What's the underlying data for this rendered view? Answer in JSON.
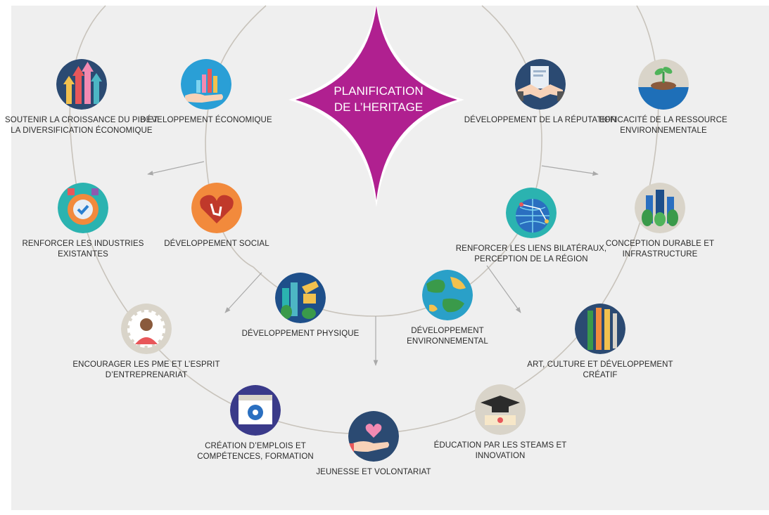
{
  "title": {
    "line1": "PLANIFICATION",
    "line2": "DE L’HERITAGE"
  },
  "colors": {
    "star": "#b02090",
    "lines": "#c8c3bb",
    "arrows": "#a9a9a9",
    "panel": "#efefef"
  },
  "nodes": {
    "pib": {
      "label": "SOUTENIR LA CROISSANCE DU PIB ET LA DIVERSIFICATION ÉCONOMIQUE",
      "icon": "growth-arrows-icon"
    },
    "dev_eco": {
      "label": "DÉVELOPPEMENT ÉCONOMIQUE",
      "icon": "hand-chart-icon"
    },
    "dev_rep": {
      "label": "DÉVELOPPEMENT DE LA RÉPUTATION",
      "icon": "handshake-icon"
    },
    "eff_env": {
      "label": "EFFICACITÉ DE LA RESSOURCE ENVIRONNEMENTALE",
      "icon": "plant-globe-icon"
    },
    "industries": {
      "label": "RENFORCER LES INDUSTRIES EXISTANTES",
      "icon": "gear-check-icon"
    },
    "dev_social": {
      "label": "DÉVELOPPEMENT SOCIAL",
      "icon": "heart-hands-icon"
    },
    "liens": {
      "label": "RENFORCER LES LIENS BILATÉRAUX, PERCEPTION DE LA RÉGION",
      "icon": "network-globe-icon"
    },
    "conception": {
      "label": "CONCEPTION DURABLE ET INFRASTRUCTURE",
      "icon": "green-city-icon"
    },
    "dev_phys": {
      "label": "DÉVELOPPEMENT PHYSIQUE",
      "icon": "construction-icon"
    },
    "dev_env": {
      "label": "DÉVELOPPEMENT ENVIRONNEMENTAL",
      "icon": "earth-icon"
    },
    "pme": {
      "label": "ENCOURAGER LES PME ET L’ESPRIT D’ENTREPRENARIAT",
      "icon": "entrepreneur-gear-icon"
    },
    "art": {
      "label": "ART, CULTURE ET DÉVELOPPEMENT CRÉATIF",
      "icon": "paintbrushes-icon"
    },
    "emplois": {
      "label": "CRÉATION D’EMPLOIS ET COMPÉTENCES, FORMATION",
      "icon": "browser-gear-icon"
    },
    "jeunesse": {
      "label": "JEUNESSE ET VOLONTARIAT",
      "icon": "heart-hand-icon"
    },
    "education": {
      "label": "ÉDUCATION PAR LES STEAMS ET INNOVATION",
      "icon": "graduation-cap-icon"
    }
  }
}
